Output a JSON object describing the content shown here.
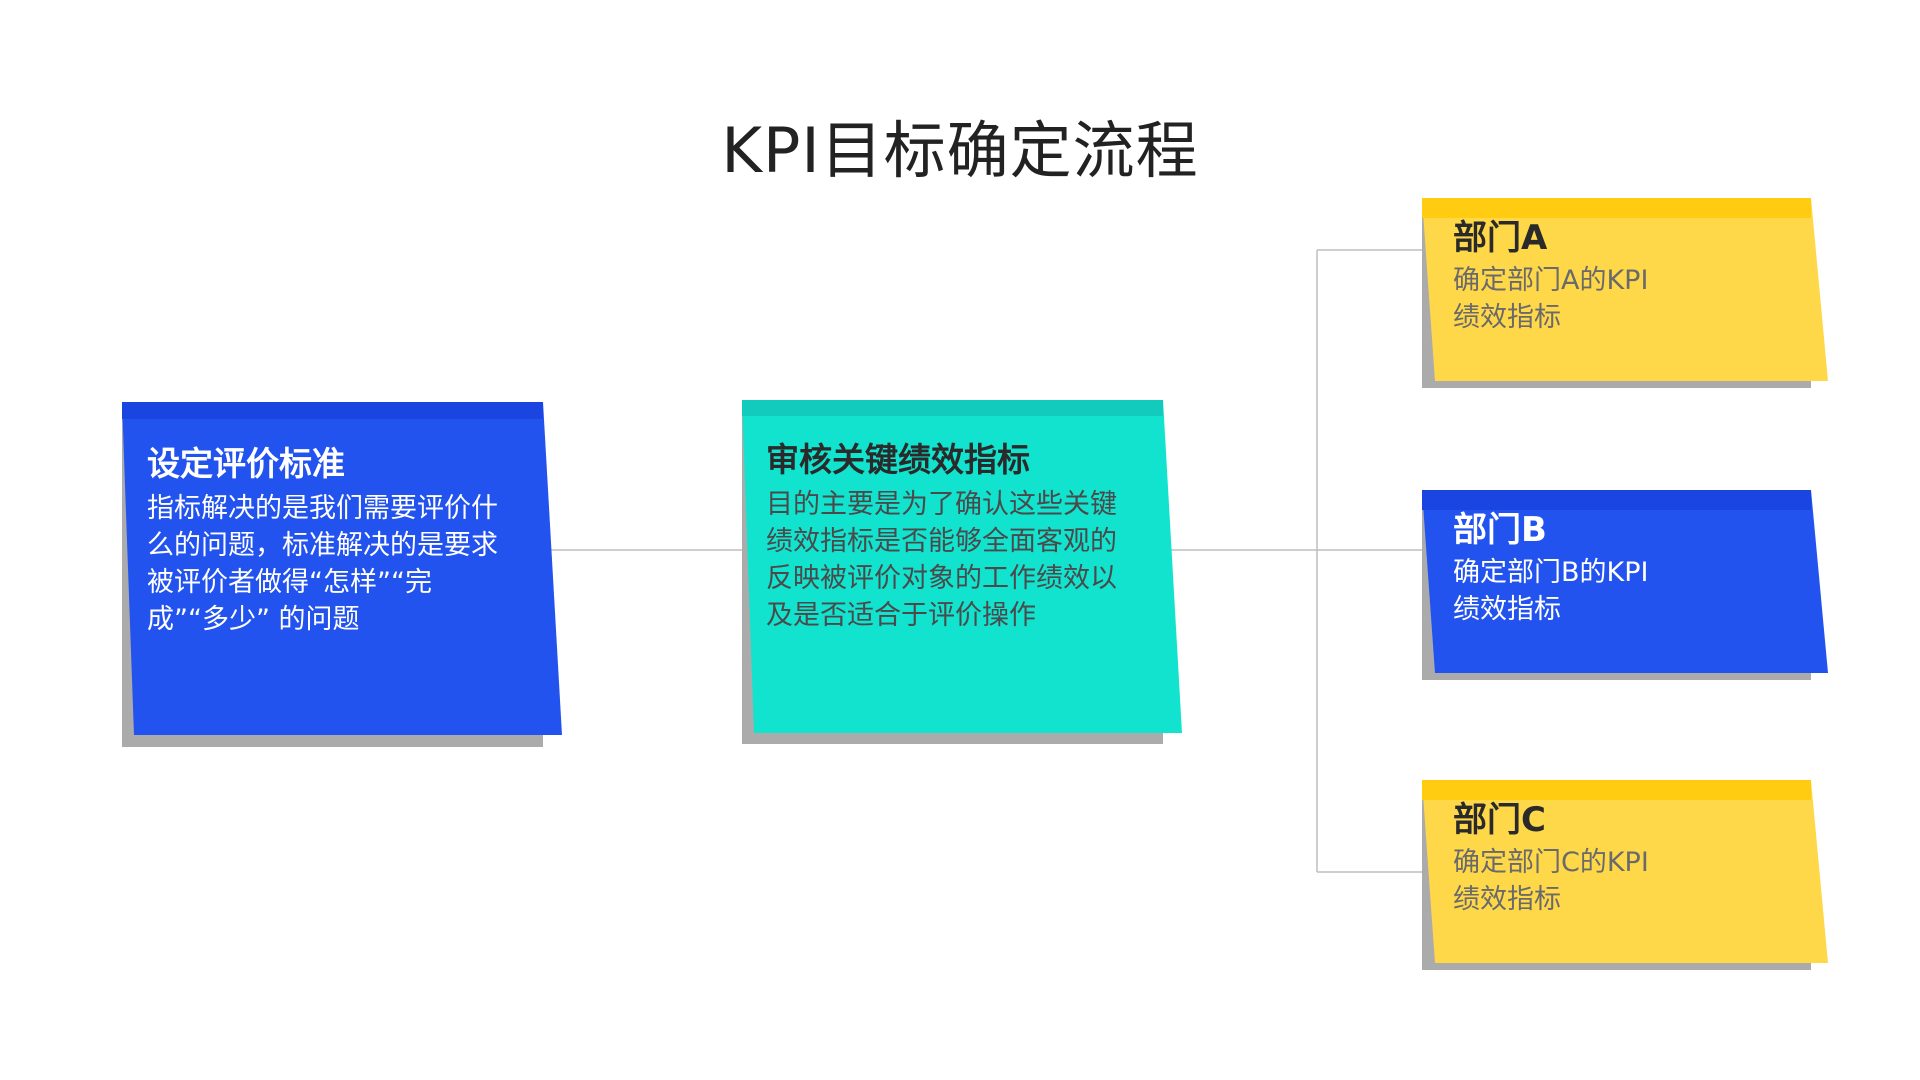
{
  "title": "KPI目标确定流程",
  "colors": {
    "blue": "#2353ef",
    "blue_band": "#1b45e0",
    "teal": "#12e3cf",
    "teal_band": "#13cbbd",
    "yellow": "#ffd84a",
    "yellow_band": "#ffcc11",
    "shadow": "#ababab",
    "line": "#bdbdbd"
  },
  "steps": [
    {
      "heading": "设定评价标准",
      "body": "指标解决的是我们需要评价什么的问题，标准解决的是要求被评价者做得“怎样”“完成”“多少” 的问题"
    },
    {
      "heading": "审核关键绩效指标",
      "body": "目的主要是为了确认这些关键绩效指标是否能够全面客观的反映被评价对象的工作绩效以及是否适合于评价操作"
    }
  ],
  "departments": [
    {
      "heading": "部门A",
      "body": "确定部门A的KPI\n绩效指标"
    },
    {
      "heading": "部门B",
      "body": "确定部门B的KPI\n绩效指标"
    },
    {
      "heading": "部门C",
      "body": "确定部门C的KPI\n绩效指标"
    }
  ]
}
